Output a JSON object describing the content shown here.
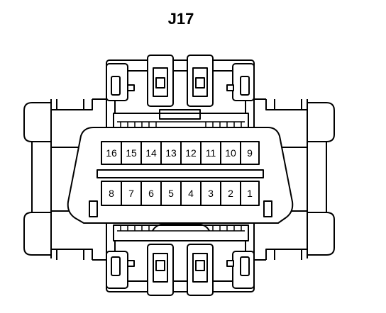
{
  "diagram": {
    "connector_label": "J17",
    "pins_top_row": [
      "16",
      "15",
      "14",
      "13",
      "12",
      "11",
      "10",
      "9"
    ],
    "pins_bottom_row": [
      "8",
      "7",
      "6",
      "5",
      "4",
      "3",
      "2",
      "1"
    ]
  }
}
